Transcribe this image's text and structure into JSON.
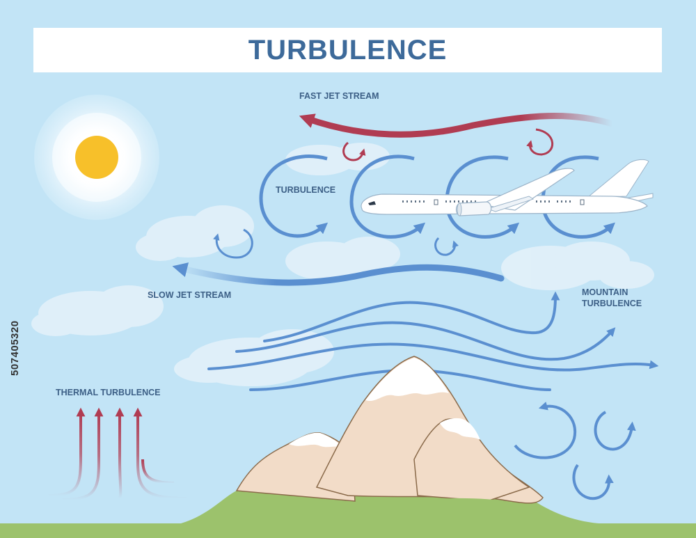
{
  "title": "TURBULENCE",
  "labels": {
    "fast_jet_stream": "FAST JET STREAM",
    "turbulence": "TURBULENCE",
    "slow_jet_stream": "SLOW JET STREAM",
    "mountain_turbulence_line1": "MOUNTAIN",
    "mountain_turbulence_line2": "TURBULENCE",
    "thermal_turbulence": "THERMAL TURBULENCE"
  },
  "image_id": "507405320",
  "colors": {
    "sky": "#c2e4f6",
    "title_text": "#3d6a9a",
    "label_text": "#3c5f86",
    "cool_arrow": "#5a8fd0",
    "warm_arrow": "#b03c52",
    "sun": "#f7c02a",
    "mountain": "#f2dcc8",
    "snow": "#ffffff",
    "grass": "#9cc26c"
  },
  "icons": [
    "sun-icon",
    "airplane-icon",
    "mountain-icon",
    "cloud-icon"
  ]
}
